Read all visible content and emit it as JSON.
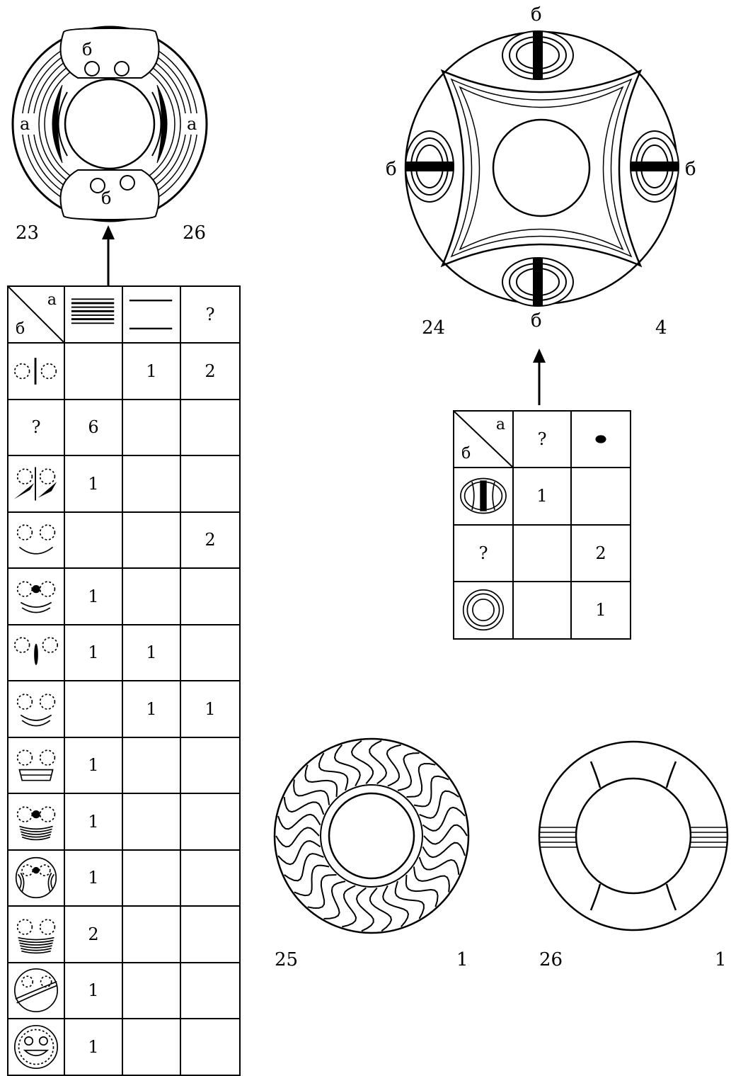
{
  "figure_23": {
    "label_left": "23",
    "label_right": "26",
    "zone_a": "а",
    "zone_b": "б"
  },
  "figure_24": {
    "label_left": "24",
    "label_right": "4",
    "zone_b": "б"
  },
  "figure_25": {
    "label_left": "25",
    "label_right": "1"
  },
  "figure_26": {
    "label_left": "26",
    "label_right": "1"
  },
  "left_table": {
    "corner_a": "а",
    "corner_b": "б",
    "columns": [
      "lines-thick-icon",
      "lines-two-icon",
      "?"
    ],
    "rows": [
      {
        "icon": "face-divider-icon",
        "label": "",
        "cells": [
          "",
          "1",
          "2"
        ]
      },
      {
        "icon": "",
        "label": "?",
        "cells": [
          "6",
          "",
          ""
        ]
      },
      {
        "icon": "face-slash-icon",
        "label": "",
        "cells": [
          "1",
          "",
          ""
        ]
      },
      {
        "icon": "face-smile-icon",
        "label": "",
        "cells": [
          "",
          "",
          "2"
        ]
      },
      {
        "icon": "face-dot-arcs-icon",
        "label": "",
        "cells": [
          "1",
          "",
          ""
        ]
      },
      {
        "icon": "face-ellipse-icon",
        "label": "",
        "cells": [
          "1",
          "1",
          ""
        ]
      },
      {
        "icon": "face-double-smile-icon",
        "label": "",
        "cells": [
          "",
          "1",
          "1"
        ]
      },
      {
        "icon": "face-band-icon",
        "label": "",
        "cells": [
          "1",
          "",
          ""
        ]
      },
      {
        "icon": "face-dot-bands-icon",
        "label": "",
        "cells": [
          "1",
          "",
          ""
        ]
      },
      {
        "icon": "circle-face-dot-icon",
        "label": "",
        "cells": [
          "1",
          "",
          ""
        ]
      },
      {
        "icon": "face-many-bands-icon",
        "label": "",
        "cells": [
          "2",
          "",
          ""
        ]
      },
      {
        "icon": "circle-diagonal-icon",
        "label": "",
        "cells": [
          "1",
          "",
          ""
        ]
      },
      {
        "icon": "circle-smiley-icon",
        "label": "",
        "cells": [
          "1",
          "",
          ""
        ]
      }
    ]
  },
  "right_table": {
    "corner_a": "а",
    "corner_b": "б",
    "columns": [
      "?",
      "dot-icon"
    ],
    "rows": [
      {
        "icon": "oval-stripes-icon",
        "label": "",
        "cells": [
          "1",
          ""
        ]
      },
      {
        "icon": "",
        "label": "?",
        "cells": [
          "",
          "2"
        ]
      },
      {
        "icon": "double-ring-icon",
        "label": "",
        "cells": [
          "",
          "1"
        ]
      }
    ]
  }
}
